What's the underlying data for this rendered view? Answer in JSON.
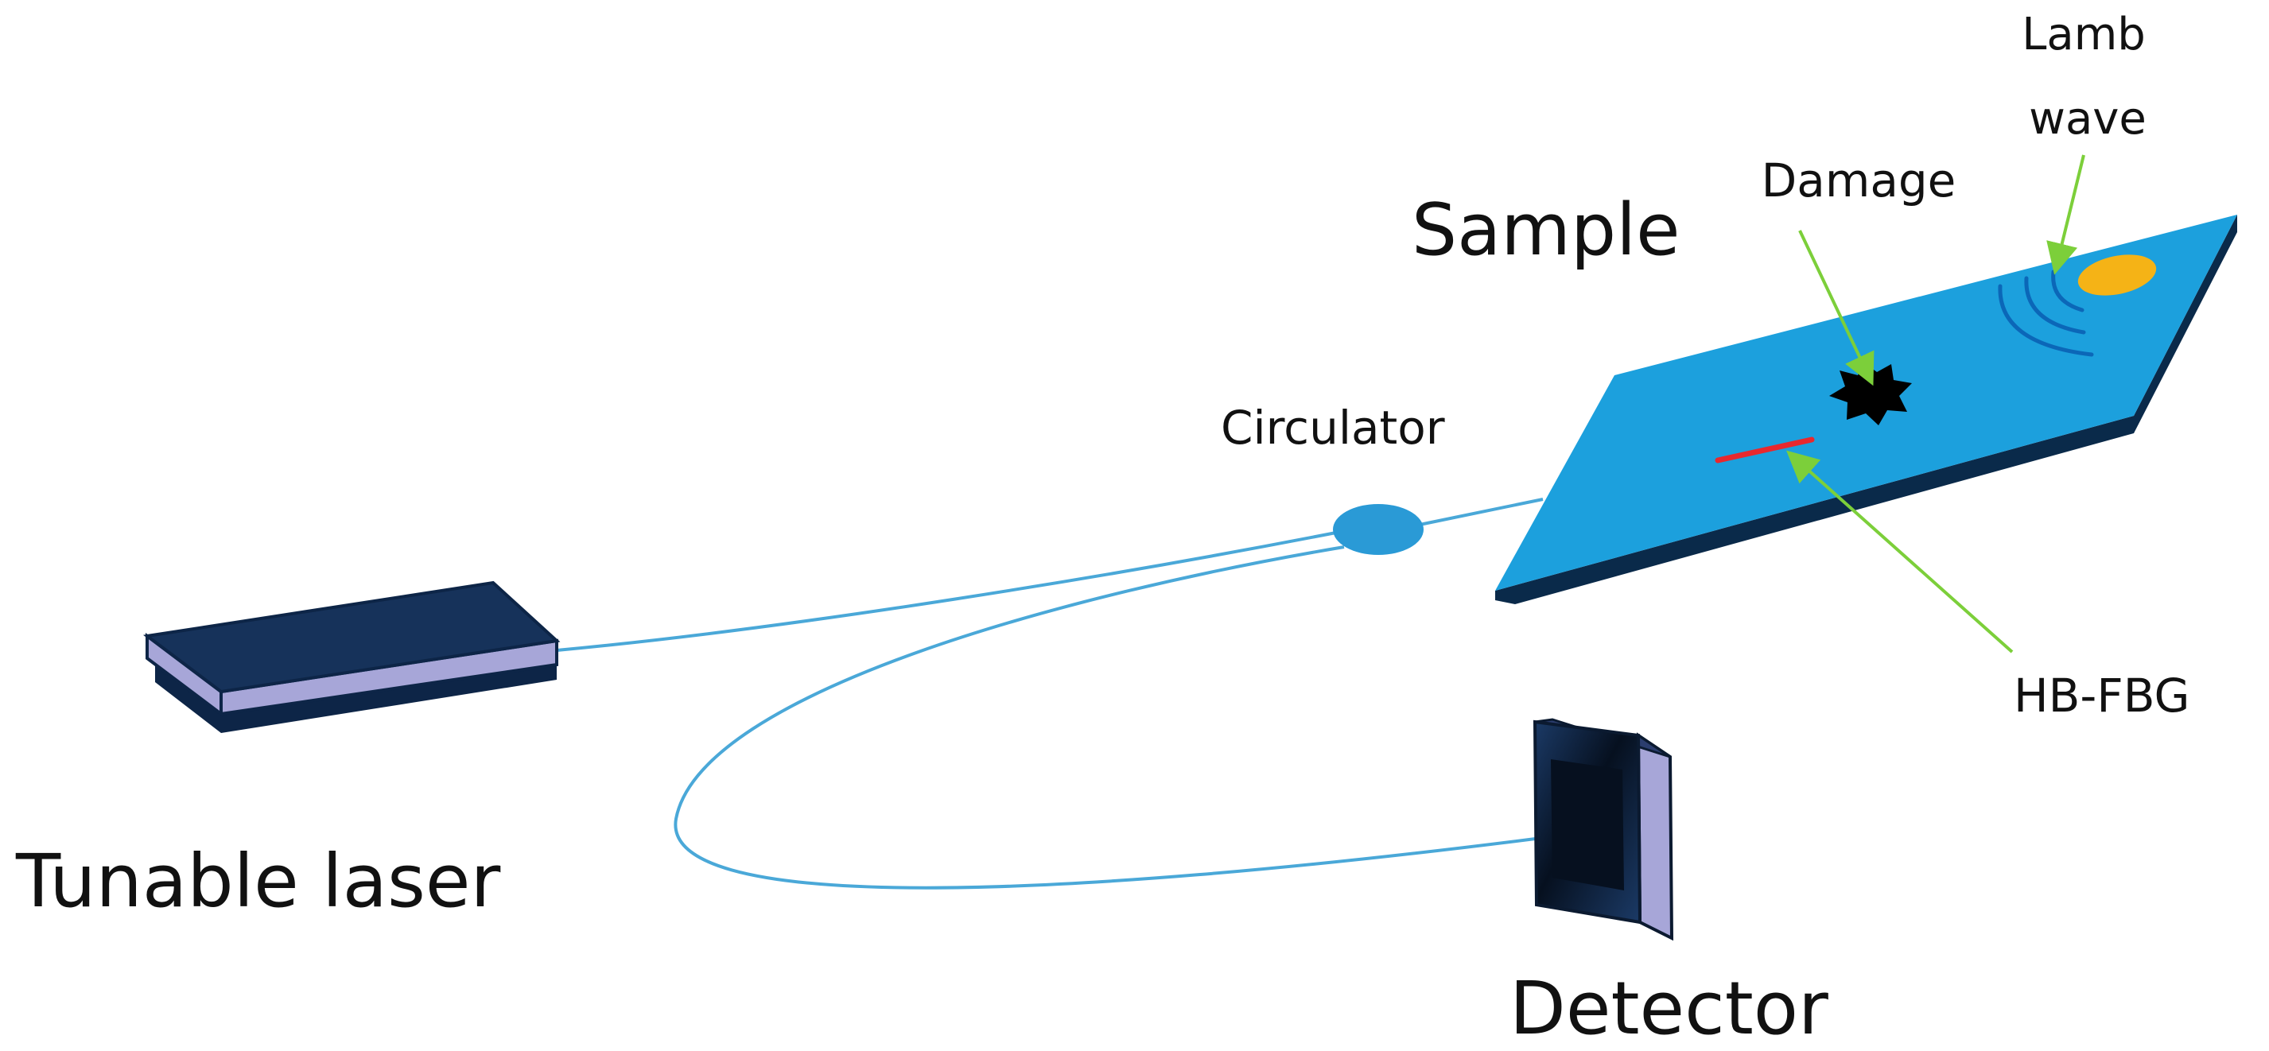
{
  "labels": {
    "sample": "Sample",
    "damage": "Damage",
    "lamb_wave_line1": "Lamb",
    "lamb_wave_line2": "wave",
    "circulator": "Circulator",
    "hb_fbg": "HB-FBG",
    "tunable_laser": "Tunable laser",
    "detector": "Detector"
  },
  "icons": {
    "laser": "tunable-laser-box",
    "circulator": "circulator-ellipse",
    "sample": "sample-plate",
    "damage": "damage-star",
    "fbg": "fbg-red-line",
    "actuator": "pzt-ellipse",
    "lamb_wave": "wave-arcs",
    "detector": "detector-block"
  },
  "colors": {
    "sample_plate": "#1CA0DD",
    "sample_edge": "#0a2a4a",
    "fiber": "#4aa8d8",
    "circulator": "#2a9ad6",
    "pointer_arrow": "#7ccf3a",
    "fbg": "#e8282e",
    "actuator": "#f5b316",
    "wave_arcs": "#0b67b8",
    "laser_top": "#16325a",
    "laser_side": "#a7a6d8",
    "detector_dark": "#0b1a30",
    "detector_side": "#a7a6d8",
    "damage": "#000000"
  }
}
